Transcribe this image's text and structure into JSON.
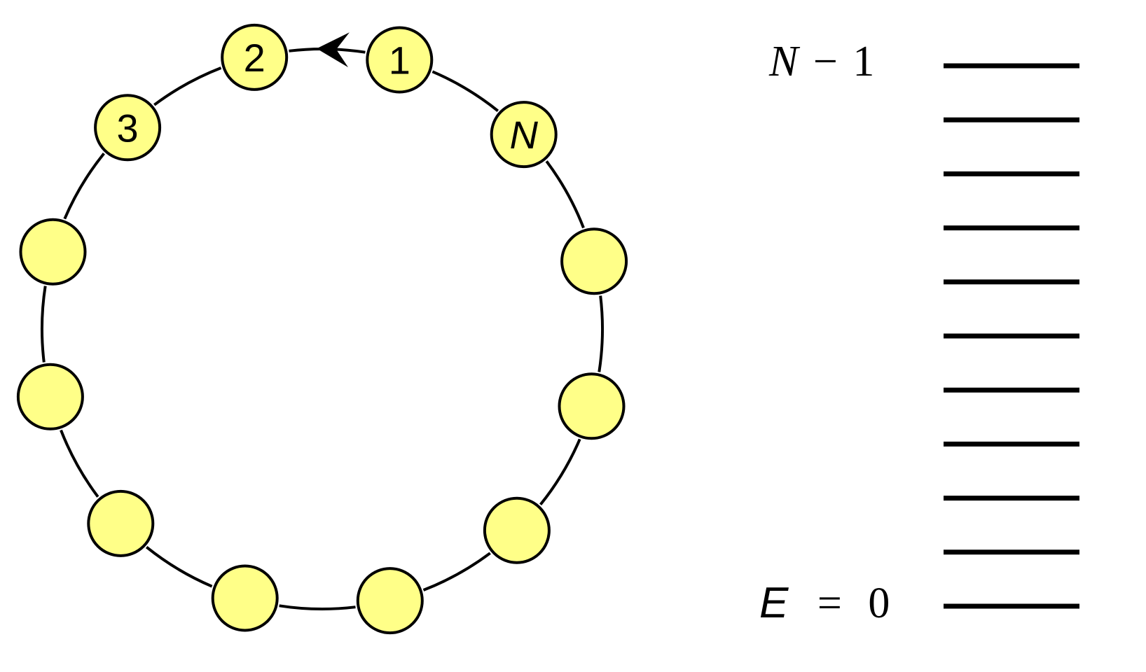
{
  "colors": {
    "site_fill": "#ffff88",
    "stroke": "#000000",
    "background": "#ffffff"
  },
  "ring": {
    "site_count": 12,
    "direction": "counterclockwise",
    "sites": [
      {
        "label": "1",
        "italic": false
      },
      {
        "label": "2",
        "italic": false
      },
      {
        "label": "3",
        "italic": false
      },
      {
        "label": "",
        "italic": false
      },
      {
        "label": "",
        "italic": false
      },
      {
        "label": "",
        "italic": false
      },
      {
        "label": "",
        "italic": false
      },
      {
        "label": "",
        "italic": false
      },
      {
        "label": "",
        "italic": false
      },
      {
        "label": "",
        "italic": false
      },
      {
        "label": "",
        "italic": false
      },
      {
        "label": "N",
        "italic": true
      }
    ]
  },
  "levels": {
    "count": 11,
    "top_label": {
      "var": "N",
      "op": "−",
      "num": "1"
    },
    "bottom_label": {
      "var": "E",
      "op": "=",
      "num": "0"
    }
  }
}
